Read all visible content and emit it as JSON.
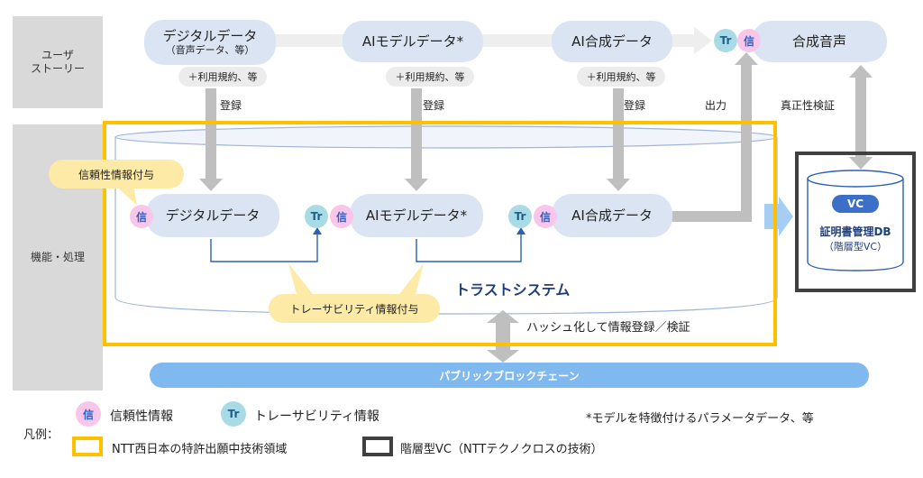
{
  "rows": {
    "user_story": "ユーザ\nストーリー",
    "function": "機能・処理"
  },
  "top": {
    "digital_data": "デジタルデータ",
    "digital_data_sub": "（音声データ、等）",
    "ai_model_data": "AIモデルデータ*",
    "ai_synth_data": "AI合成データ",
    "synth_voice": "合成音声",
    "terms": "＋利用規約、等",
    "register": "登録",
    "output": "出力",
    "verify": "真正性検証"
  },
  "system": {
    "reliability_callout": "信頼性情報付与",
    "traceability_callout": "トレーサビリティ情報付与",
    "digital_data": "デジタルデータ",
    "ai_model_data": "AIモデルデータ*",
    "ai_synth_data": "AI合成データ",
    "trust_system": "トラストシステム",
    "hash_text": "ハッシュ化して情報登録／検証",
    "blockchain": "パブリックブロックチェーン",
    "db_vc": "VC",
    "db_title": "証明書管理DB",
    "db_sub": "（階層型VC）"
  },
  "icons": {
    "shin": "信",
    "tr": "Tr"
  },
  "legend": {
    "title": "凡例：",
    "shin_label": "信頼性情報",
    "tr_label": "トレーサビリティ情報",
    "note": "*モデルを特徴付けるパラメータデータ、等",
    "yellow_label": "NTT西日本の特許出願中技術領域",
    "black_label": "階層型VC（NTTテクノクロスの技術）"
  },
  "colors": {
    "yellow": "#ffc000",
    "pill": "#dbe4f2",
    "arrow": "#bfbfbf",
    "blue_line": "#2e5fb8",
    "blockchain": "#80b8f0"
  }
}
